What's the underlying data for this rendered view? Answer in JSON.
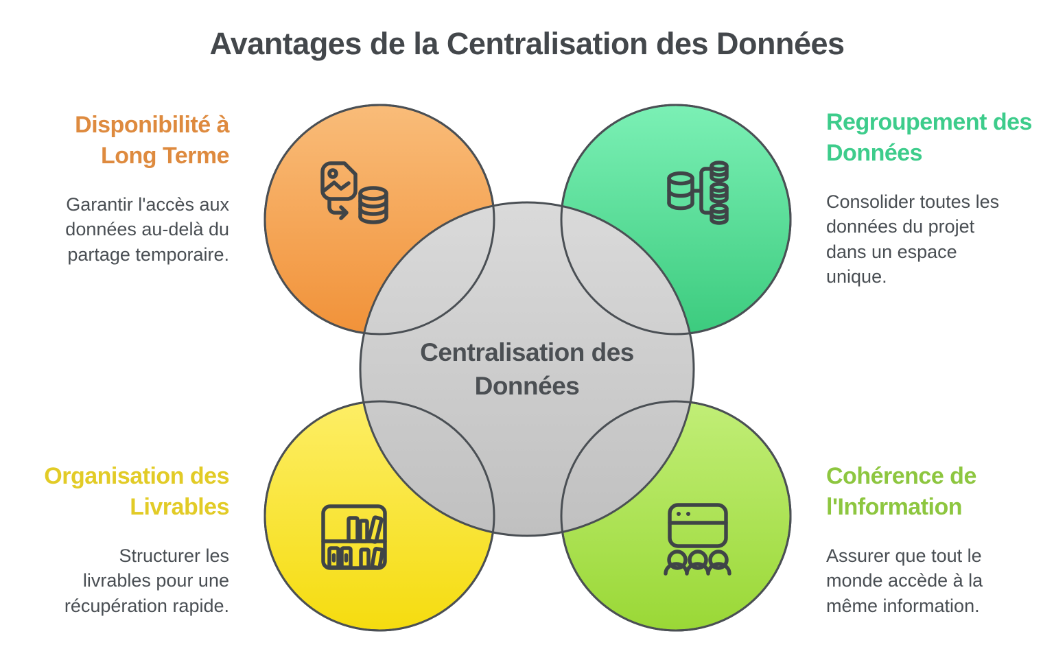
{
  "title": "Avantages de la Centralisation des Données",
  "center": {
    "label": "Centralisation des Données"
  },
  "sections": [
    {
      "id": "disponibilite-long-terme",
      "position": "top-left",
      "heading": "Disponibilité à Long Terme",
      "body": "Garantir l'accès aux données au-delà du partage temporaire.",
      "heading_color": "#DE8A3E",
      "circle_fill_top": "#F9BC79",
      "circle_fill_bottom": "#F19239",
      "icon": "media-to-database-icon"
    },
    {
      "id": "regroupement-donnees",
      "position": "top-right",
      "heading": "Regroupement des Données",
      "body": "Consolider toutes les données du projet dans un espace unique.",
      "heading_color": "#3DCC8B",
      "circle_fill_top": "#7BF0B5",
      "circle_fill_bottom": "#3CCB7E",
      "icon": "database-tree-icon"
    },
    {
      "id": "organisation-livrables",
      "position": "bottom-left",
      "heading": "Organisation des Livrables",
      "body": "Structurer les livrables pour une récupération rapide.",
      "heading_color": "#E2CB26",
      "circle_fill_top": "#FDEE66",
      "circle_fill_bottom": "#F5DC0F",
      "icon": "bookshelf-icon"
    },
    {
      "id": "coherence-information",
      "position": "bottom-right",
      "heading": "Cohérence de l'Information",
      "body": "Assurer que tout le monde accède à la même information.",
      "heading_color": "#8DC63F",
      "circle_fill_top": "#C1EE77",
      "circle_fill_bottom": "#9AD836",
      "icon": "browser-users-icon"
    }
  ],
  "colors": {
    "background": "#FFFFFF",
    "title_text": "#43474B",
    "body_text": "#494E53",
    "center_text": "#4B4F53",
    "outline": "#4A4F54",
    "icon_stroke": "#3F4447",
    "center_fill_top": "#DADADA",
    "center_fill_bottom": "#C0C0C0"
  }
}
